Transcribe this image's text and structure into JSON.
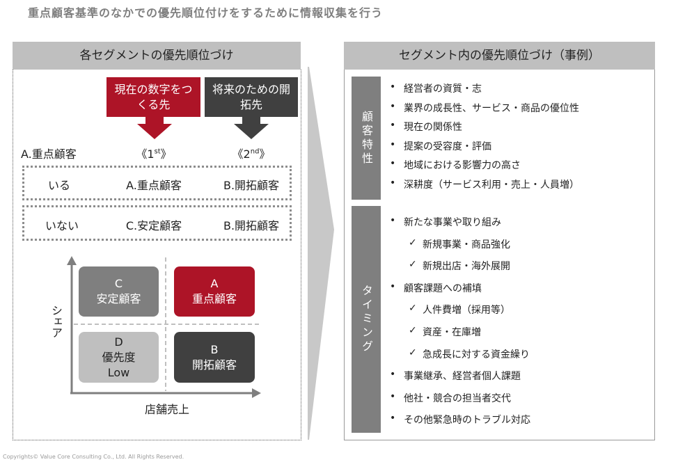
{
  "title": "重点顧客基準のなかでの優先順位付けをするために情報収集を行う",
  "left": {
    "header": "各セグメントの優先順位づけ",
    "red_box": "現在の数字をつくる先",
    "dark_box": "将来のための開拓先",
    "row_label": "A.重点顧客",
    "first": "《1",
    "first_sup": "st",
    "first_end": "》",
    "second": "《2",
    "second_sup": "nd",
    "second_end": "》",
    "rows": [
      {
        "c1": "いる",
        "c2": "A.重点顧客",
        "c3": "B.開拓顧客"
      },
      {
        "c1": "いない",
        "c2": "C.安定顧客",
        "c3": "B.開拓顧客"
      }
    ],
    "matrix": {
      "y_label": "シェア",
      "x_label": "店舗売上",
      "c": {
        "l1": "C",
        "l2": "安定顧客"
      },
      "a": {
        "l1": "A",
        "l2": "重点顧客"
      },
      "d": {
        "l1": "D",
        "l2": "優先度",
        "l3": "Low"
      },
      "b": {
        "l1": "B",
        "l2": "開拓顧客"
      }
    },
    "colors": {
      "red": "#ad1427",
      "dark": "#404040",
      "gray": "#7f7f7f",
      "light": "#bfbfbf"
    }
  },
  "right": {
    "header": "セグメント内の優先順位づけ（事例）",
    "side1": "顧客特性",
    "side2": "タイミング",
    "items1": [
      "経営者の資質・志",
      "業界の成長性、サービス・商品の優位性",
      "現在の関係性",
      "提案の受容度・評価",
      "地域における影響力の高さ",
      "深耕度（サービス利用・売上・人員増）"
    ],
    "items2": [
      {
        "t": "新たな事業や取り組み",
        "sub": false
      },
      {
        "t": "新規事業・商品強化",
        "sub": true
      },
      {
        "t": "新規出店・海外展開",
        "sub": true
      },
      {
        "t": "顧客課題への補填",
        "sub": false
      },
      {
        "t": "人件費増（採用等）",
        "sub": true
      },
      {
        "t": "資産・在庫増",
        "sub": true
      },
      {
        "t": "急成長に対する資金繰り",
        "sub": true
      },
      {
        "t": "事業継承、経営者個人課題",
        "sub": false
      },
      {
        "t": "他社・競合の担当者交代",
        "sub": false
      },
      {
        "t": "その他緊急時のトラブル対応",
        "sub": false
      }
    ]
  },
  "copyright": "Copyrights© Value Core Consulting Co., Ltd.  All Rights Reserved."
}
